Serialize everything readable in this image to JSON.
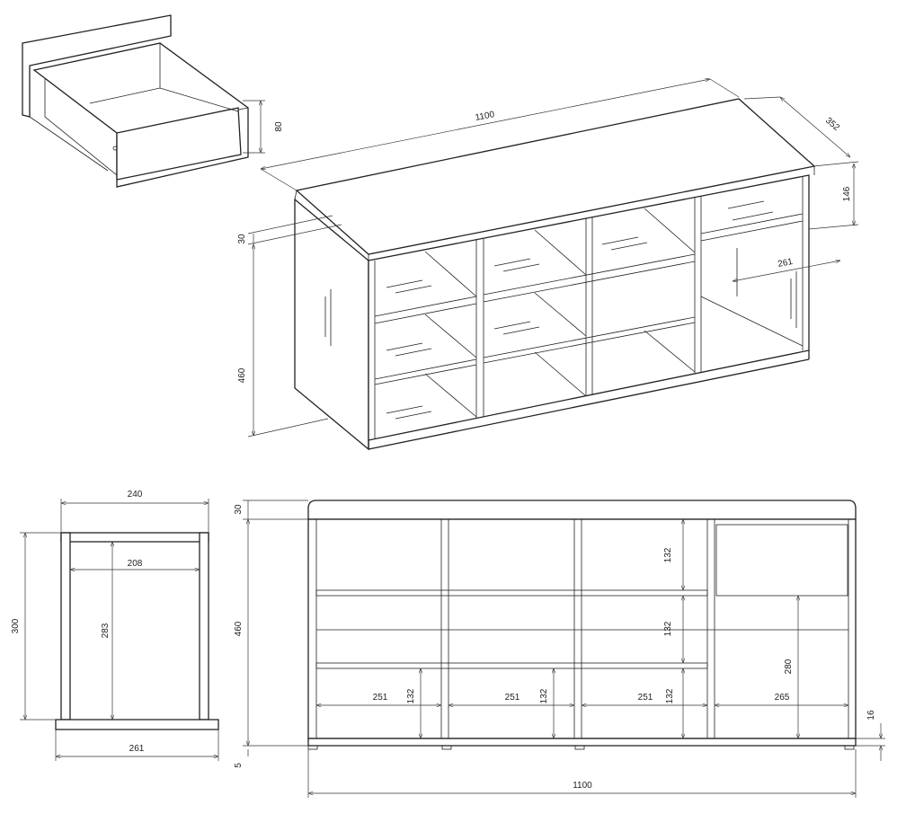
{
  "iso_drawer": {
    "height": "80"
  },
  "iso_bench": {
    "length": "1100",
    "depth": "352",
    "drawer_height": "146",
    "cushion": "30",
    "height": "460",
    "drawer_width": "261"
  },
  "side_view": {
    "outer_width": "240",
    "inner_width": "208",
    "height": "300",
    "inner_height": "283",
    "base_width": "261"
  },
  "front_view": {
    "cushion": "30",
    "height": "460",
    "shelf_1": "132",
    "shelf_2": "132",
    "bottom_1": "132",
    "bottom_2": "132",
    "bottom_3": "132",
    "width_1": "251",
    "width_2": "251",
    "width_3": "251",
    "width_4": "265",
    "drawer_clear": "280",
    "base": "16",
    "foot": "5",
    "total": "1100"
  }
}
